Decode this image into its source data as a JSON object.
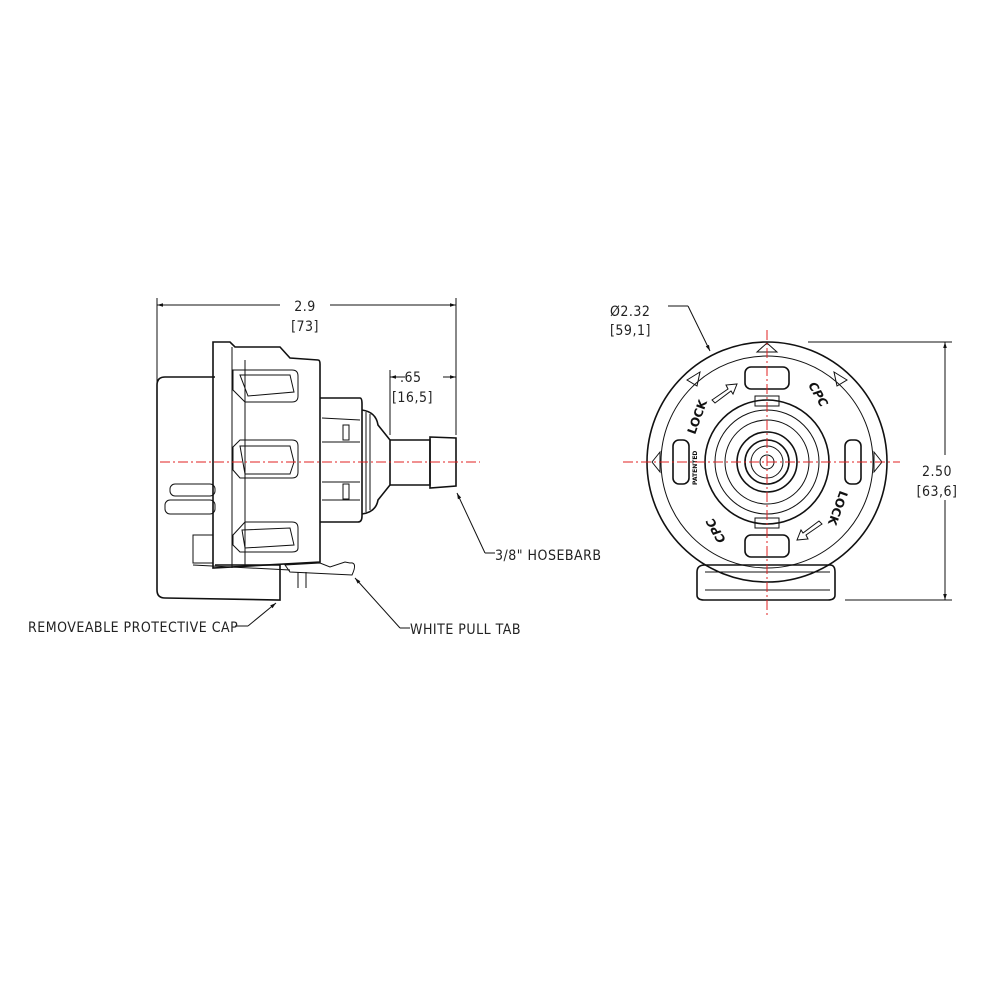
{
  "side_view": {
    "overall_length": {
      "in": "2.9",
      "mm": "[73]"
    },
    "barb_length": {
      "in": ".65",
      "mm": "[16,5]"
    },
    "callouts": {
      "hosebarb": "3/8\" HOSEBARB",
      "pull_tab": "WHITE PULL TAB",
      "cap": "REMOVEABLE PROTECTIVE CAP"
    }
  },
  "end_view": {
    "diameter": {
      "in": "Ø2.32",
      "mm": "[59,1]"
    },
    "height": {
      "in": "2.50",
      "mm": "[63,6]"
    },
    "markings": {
      "lock": "LOCK",
      "brand": "CPC",
      "patented": "PATENTED"
    }
  },
  "colors": {
    "line": "#111111",
    "centerline": "#e02020"
  }
}
